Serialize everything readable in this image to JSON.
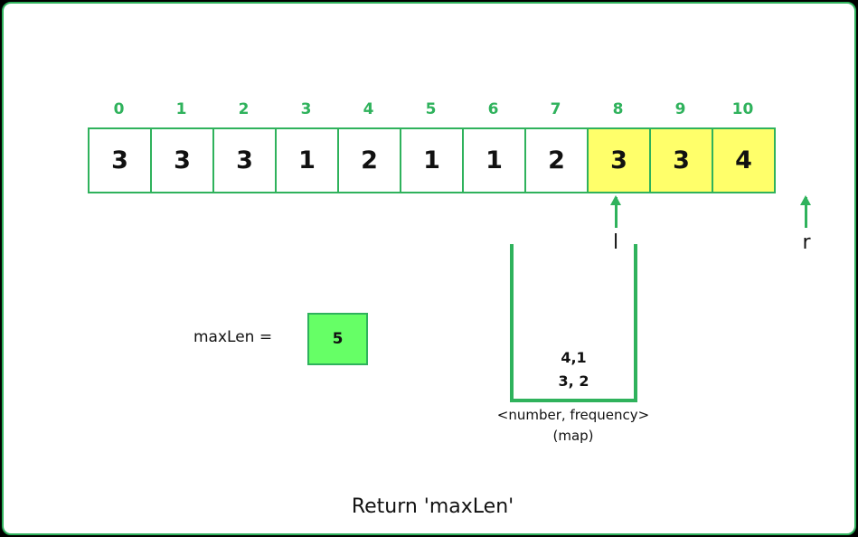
{
  "array": {
    "indices": [
      "0",
      "1",
      "2",
      "3",
      "4",
      "5",
      "6",
      "7",
      "8",
      "9",
      "10"
    ],
    "values": [
      "3",
      "3",
      "3",
      "1",
      "2",
      "1",
      "1",
      "2",
      "3",
      "3",
      "4"
    ],
    "highlighted": [
      8,
      9,
      10
    ]
  },
  "pointers": {
    "left_label": "l",
    "right_label": "r"
  },
  "map": {
    "entries": [
      "4,1",
      "3, 2"
    ],
    "caption_line1": "<number, frequency>",
    "caption_line2": "(map)"
  },
  "max_len": {
    "label": "maxLen =",
    "value": "5"
  },
  "footer": {
    "text": "Return 'maxLen'"
  },
  "colors": {
    "accent": "#2fb25c",
    "highlight": "#ffff6a",
    "result_box": "#66ff66"
  }
}
